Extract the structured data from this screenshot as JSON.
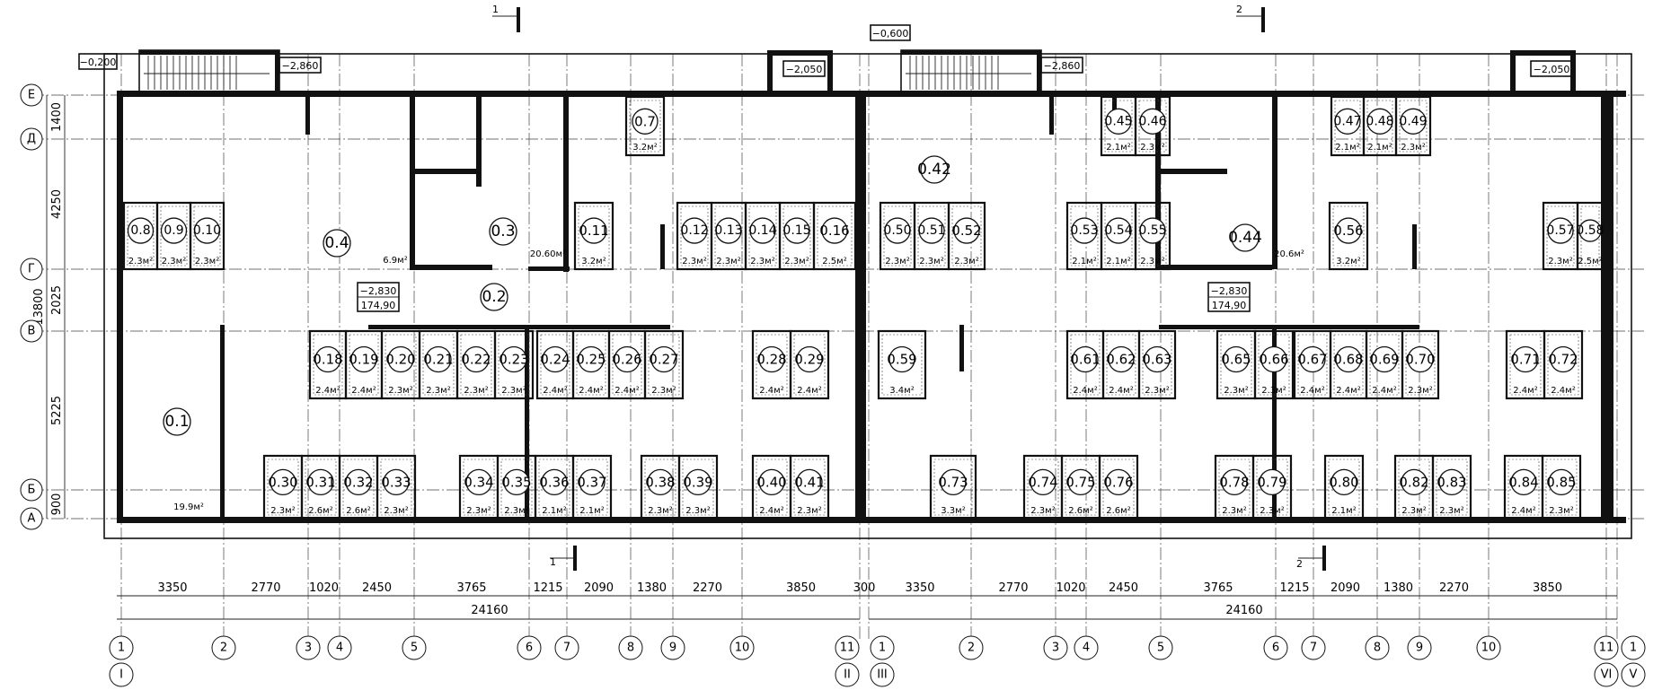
{
  "dims": {
    "top_row": [
      "3350",
      "2770",
      "1020",
      "2450",
      "3765",
      "1215",
      "2090",
      "1380",
      "2270",
      "3850"
    ],
    "top_row_right": [
      "300",
      "3350",
      "2770",
      "1020",
      "2450",
      "3765",
      "1215",
      "2090",
      "1380",
      "2270",
      "3850"
    ],
    "total_left": "24160",
    "total_right": "24160",
    "left_vertical": [
      "1400",
      "4250",
      "2025",
      "5225",
      "900"
    ],
    "left_total": "13800"
  },
  "axes": {
    "rows": [
      "Е",
      "Д",
      "Г",
      "В",
      "Б",
      "А"
    ],
    "cols_left": [
      "1",
      "2",
      "3",
      "4",
      "5",
      "6",
      "7",
      "8",
      "9",
      "10",
      "11"
    ],
    "cols_right": [
      "1",
      "2",
      "3",
      "4",
      "5",
      "6",
      "7",
      "8",
      "9",
      "10",
      "11",
      "1"
    ],
    "blocks": [
      "I",
      "II",
      "III",
      "VI",
      "V"
    ]
  },
  "levels": {
    "l1": "−0,200",
    "l2": "−2,860",
    "l3": "−2,050",
    "l4": "−0,600",
    "l5": "−2,860",
    "l6": "−2,050",
    "floor_left": "−2,830",
    "area_left": "174,90",
    "floor_right": "−2,830",
    "area_right": "174,90"
  },
  "sections": {
    "s1": "1",
    "s2": "2",
    "s1b": "1",
    "s2b": "2"
  },
  "rooms": {
    "r01": {
      "n": "0.1",
      "a": "19.9м²"
    },
    "r02": {
      "n": "0.2",
      "a": ""
    },
    "r03": {
      "n": "0.3",
      "a": "20.60м²"
    },
    "r04": {
      "n": "0.4",
      "a": "6.9м²"
    },
    "r07": {
      "n": "0.7",
      "a": "3.2м²"
    },
    "r08": {
      "n": "0.8",
      "a": "2.3м²"
    },
    "r09": {
      "n": "0.9",
      "a": "2.3м²"
    },
    "r10": {
      "n": "0.10",
      "a": "2.3м²"
    },
    "r11": {
      "n": "0.11",
      "a": "3.2м²"
    },
    "r12": {
      "n": "0.12",
      "a": "2.3м²"
    },
    "r13": {
      "n": "0.13",
      "a": "2.3м²"
    },
    "r14": {
      "n": "0.14",
      "a": "2.3м²"
    },
    "r15": {
      "n": "0.15",
      "a": "2.3м²"
    },
    "r16": {
      "n": "0.16",
      "a": "2.5м²"
    },
    "r18": {
      "n": "0.18",
      "a": "2.4м²"
    },
    "r19": {
      "n": "0.19",
      "a": "2.4м²"
    },
    "r20": {
      "n": "0.20",
      "a": "2.3м²"
    },
    "r21": {
      "n": "0.21",
      "a": "2.3м²"
    },
    "r22": {
      "n": "0.22",
      "a": "2.3м²"
    },
    "r23": {
      "n": "0.23",
      "a": "2.3м²"
    },
    "r24": {
      "n": "0.24",
      "a": "2.4м²"
    },
    "r25": {
      "n": "0.25",
      "a": "2.4м²"
    },
    "r26": {
      "n": "0.26",
      "a": "2.4м²"
    },
    "r27": {
      "n": "0.27",
      "a": "2.3м²"
    },
    "r28": {
      "n": "0.28",
      "a": "2.4м²"
    },
    "r29": {
      "n": "0.29",
      "a": "2.4м²"
    },
    "r30": {
      "n": "0.30",
      "a": "2.3м²"
    },
    "r31": {
      "n": "0.31",
      "a": "2.6м²"
    },
    "r32": {
      "n": "0.32",
      "a": "2.6м²"
    },
    "r33": {
      "n": "0.33",
      "a": "2.3м²"
    },
    "r34": {
      "n": "0.34",
      "a": "2.3м²"
    },
    "r35": {
      "n": "0.35",
      "a": "2.3м²"
    },
    "r36": {
      "n": "0.36",
      "a": "2.1м²"
    },
    "r37": {
      "n": "0.37",
      "a": "2.1м²"
    },
    "r38": {
      "n": "0.38",
      "a": "2.3м²"
    },
    "r39": {
      "n": "0.39",
      "a": "2.3м²"
    },
    "r40": {
      "n": "0.40",
      "a": "2.4м²"
    },
    "r41": {
      "n": "0.41",
      "a": "2.3м²"
    },
    "r42": {
      "n": "0.42",
      "a": ""
    },
    "r44": {
      "n": "0.44",
      "a": "20.6м²"
    },
    "r45": {
      "n": "0.45",
      "a": "2.1м²"
    },
    "r46": {
      "n": "0.46",
      "a": "2.3м²"
    },
    "r47": {
      "n": "0.47",
      "a": "2.1м²"
    },
    "r48": {
      "n": "0.48",
      "a": "2.1м²"
    },
    "r49": {
      "n": "0.49",
      "a": "2.3м²"
    },
    "r50": {
      "n": "0.50",
      "a": "2.3м²"
    },
    "r51": {
      "n": "0.51",
      "a": "2.3м²"
    },
    "r52": {
      "n": "0.52",
      "a": "2.3м²"
    },
    "r53": {
      "n": "0.53",
      "a": "2.1м²"
    },
    "r54": {
      "n": "0.54",
      "a": "2.1м²"
    },
    "r55": {
      "n": "0.55",
      "a": "2.3м²"
    },
    "r56": {
      "n": "0.56",
      "a": "3.2м²"
    },
    "r57": {
      "n": "0.57",
      "a": "2.3м²"
    },
    "r58": {
      "n": "0.58",
      "a": "2.5м²"
    },
    "r59": {
      "n": "0.59",
      "a": "3.4м²"
    },
    "r61": {
      "n": "0.61",
      "a": "2.4м²"
    },
    "r62": {
      "n": "0.62",
      "a": "2.4м²"
    },
    "r63": {
      "n": "0.63",
      "a": "2.3м²"
    },
    "r65": {
      "n": "0.65",
      "a": "2.3м²"
    },
    "r66": {
      "n": "0.66",
      "a": "2.3м²"
    },
    "r67": {
      "n": "0.67",
      "a": "2.4м²"
    },
    "r68": {
      "n": "0.68",
      "a": "2.4м²"
    },
    "r69": {
      "n": "0.69",
      "a": "2.4м²"
    },
    "r70": {
      "n": "0.70",
      "a": "2.3м²"
    },
    "r71": {
      "n": "0.71",
      "a": "2.4м²"
    },
    "r72": {
      "n": "0.72",
      "a": "2.4м²"
    },
    "r73": {
      "n": "0.73",
      "a": "3.3м²"
    },
    "r74": {
      "n": "0.74",
      "a": "2.3м²"
    },
    "r75": {
      "n": "0.75",
      "a": "2.6м²"
    },
    "r76": {
      "n": "0.76",
      "a": "2.6м²"
    },
    "r78": {
      "n": "0.78",
      "a": "2.3м²"
    },
    "r79": {
      "n": "0.79",
      "a": "2.3м²"
    },
    "r80": {
      "n": "0.80",
      "a": "2.1м²"
    },
    "r82": {
      "n": "0.82",
      "a": "2.3м²"
    },
    "r83": {
      "n": "0.83",
      "a": "2.3м²"
    },
    "r84": {
      "n": "0.84",
      "a": "2.4м²"
    },
    "r85": {
      "n": "0.85",
      "a": "2.3м²"
    }
  }
}
